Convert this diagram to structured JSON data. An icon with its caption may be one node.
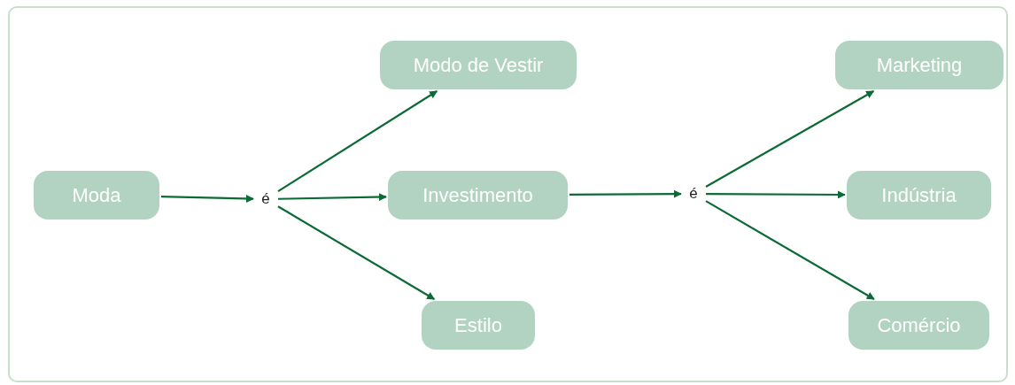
{
  "diagram": {
    "nodes": [
      {
        "text": [
          "Moda"
        ]
      },
      {
        "text": [
          "é"
        ]
      },
      {
        "text": [
          "Modo de Vestir"
        ]
      },
      {
        "text": [
          "Investimento"
        ]
      },
      {
        "text": [
          "Estilo"
        ]
      },
      {
        "text": [
          "é"
        ]
      },
      {
        "text": [
          "Marketing"
        ]
      },
      {
        "text": [
          "Indústria"
        ]
      },
      {
        "text": [
          "Comércio"
        ]
      }
    ],
    "edges": [
      {
        "from": 0,
        "to": 1,
        "arrow": "to"
      },
      {
        "from": 1,
        "to": 2,
        "arrow": "to"
      },
      {
        "from": 1,
        "to": 3,
        "arrow": "to"
      },
      {
        "from": 1,
        "to": 4,
        "arrow": "to"
      },
      {
        "from": 3,
        "to": 5,
        "arrow": "to"
      },
      {
        "from": 5,
        "to": 6,
        "arrow": "to"
      },
      {
        "from": 5,
        "to": 7,
        "arrow": "to"
      },
      {
        "from": 5,
        "to": 8,
        "arrow": "to"
      }
    ]
  }
}
